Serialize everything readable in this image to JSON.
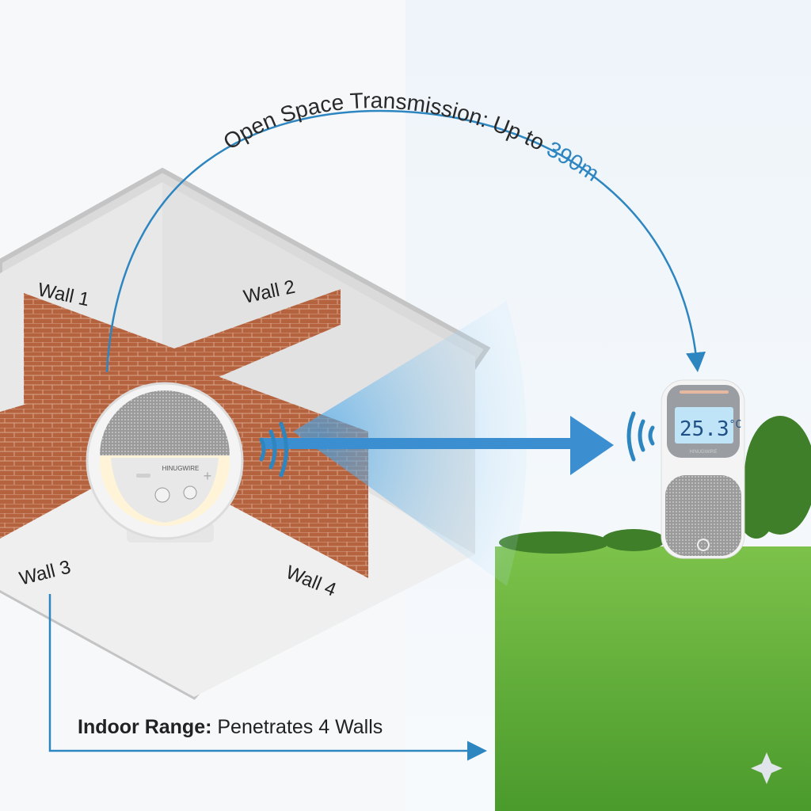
{
  "headline": {
    "prefix": "Open Space Transmission: Up to ",
    "range": "390m"
  },
  "walls": [
    "Wall 1",
    "Wall 2",
    "Wall 3",
    "Wall 4"
  ],
  "indoor": {
    "label": "Indoor Range:",
    "text": " Penetrates 4 Walls"
  },
  "transmitter": {
    "brand": "HINUGWIRE"
  },
  "receiver": {
    "brand": "HINUGWIRE",
    "temperature": "25.3",
    "unit": "°C"
  },
  "colors": {
    "accent": "#2e86c1",
    "arrow": "#3b8fd0",
    "brick": "#b5623e",
    "grass": "#5aa83a"
  }
}
